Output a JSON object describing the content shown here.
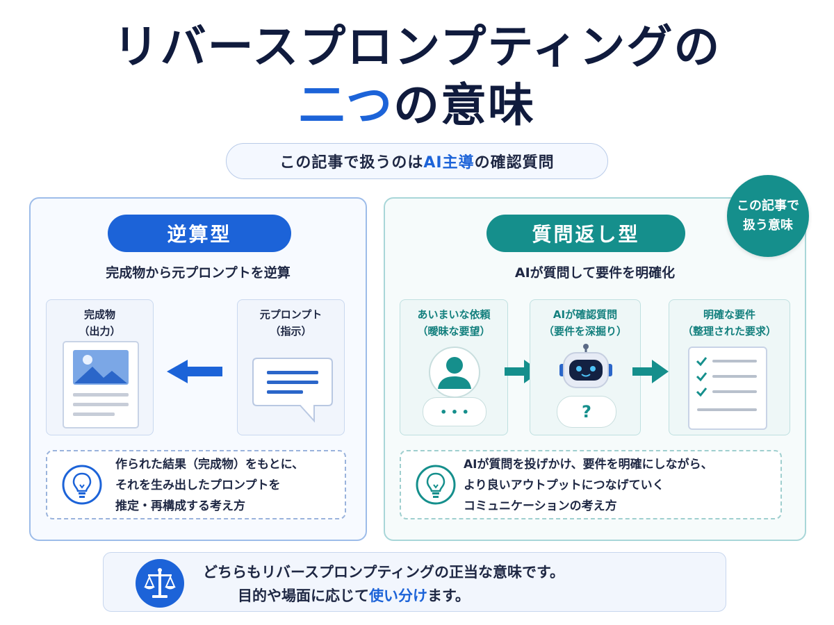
{
  "title": {
    "line1": "リバースプロンプティングの",
    "line2_highlight": "二つ",
    "line2_rest": "の意味"
  },
  "subtitle": {
    "pre": "この記事で扱うのは",
    "highlight": "AI主導",
    "post": "の確認質問"
  },
  "left_panel": {
    "heading": "逆算型",
    "description": "完成物から元プロンプトを逆算",
    "card_output": {
      "line1": "完成物",
      "line2": "（出力）"
    },
    "card_prompt": {
      "line1": "元プロンプト",
      "line2": "（指示）"
    },
    "info": {
      "line1": "作られた結果（完成物）をもとに、",
      "line2": "それを生み出したプロンプトを",
      "line3": "推定・再構成する考え方"
    }
  },
  "right_panel": {
    "heading": "質問返し型",
    "description": "AIが質問して要件を明確化",
    "badge": {
      "line1": "この記事で",
      "line2": "扱う意味"
    },
    "card_vague": {
      "line1": "あいまいな依頼",
      "line2": "（曖昧な要望）",
      "bubble": "• • •"
    },
    "card_ai": {
      "line1": "AIが確認質問",
      "line2": "（要件を深掘り）",
      "bubble": "?"
    },
    "card_clear": {
      "line1": "明確な要件",
      "line2": "（整理された要求）"
    },
    "info": {
      "line1": "AIが質問を投げかけ、要件を明確にしながら、",
      "line2": "より良いアウトプットにつなげていく",
      "line3": "コミュニケーションの考え方"
    }
  },
  "bottom": {
    "line1": "どちらもリバースプロンプティングの正当な意味です。",
    "line2_pre": "目的や場面に応じて",
    "line2_highlight": "使い分け",
    "line2_post": "ます。"
  },
  "colors": {
    "navy": "#101b3d",
    "blue": "#1c63d8",
    "teal": "#158f8c"
  }
}
